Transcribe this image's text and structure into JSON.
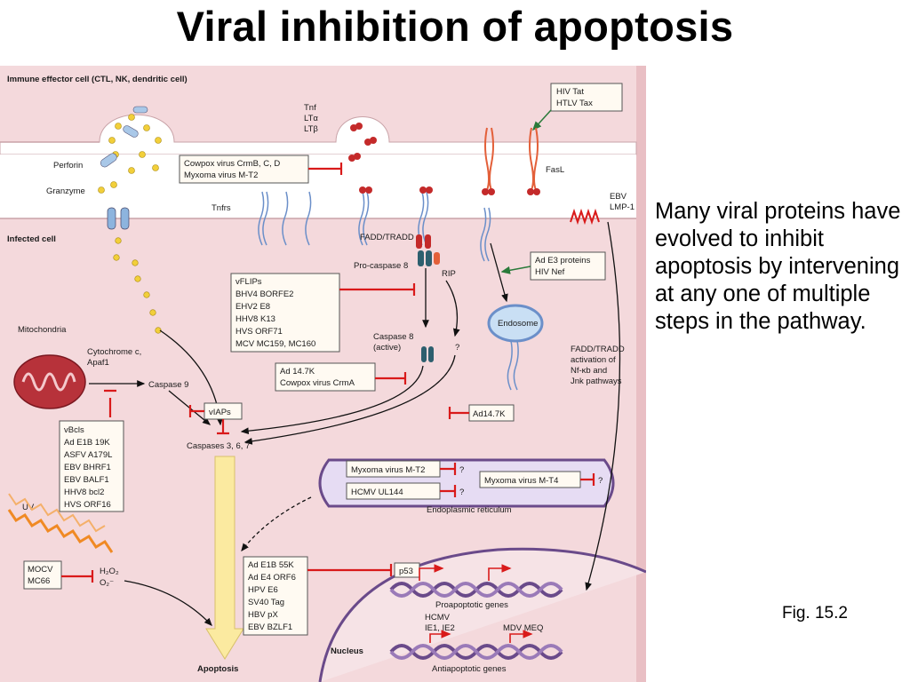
{
  "title": "Viral inhibition of apoptosis",
  "description": "Many viral proteins have evolved to inhibit apoptosis by intervening at any one of multiple steps in the pathway.",
  "caption": "Fig. 15.2",
  "colors": {
    "background": "#f4d9dc",
    "membrane": "#ffffff",
    "inhibition": "#d91a1a",
    "apoptosis_arrow": "#fbeaa0",
    "granule": "#f2cf3a",
    "receptor": "#6b8fc9",
    "fasl": "#e3603a",
    "er": "#e6dcf3",
    "endosome": "#c9dff4",
    "mitochondria": "#b7323a"
  },
  "diagram": {
    "immune_cell_label": "Immune effector cell (CTL, NK, dendritic cell)",
    "infected_cell_label": "Infected cell",
    "perforin": "Perforin",
    "granzyme": "Granzyme",
    "tnf": [
      "Tnf",
      "LTα",
      "LTβ"
    ],
    "tnfrs": "Tnfrs",
    "fasl": "FasL",
    "fadd_tradd": "FADD/TRADD",
    "pro_caspase_8": "Pro-caspase 8",
    "rip": "RIP",
    "caspase_8_active": [
      "Caspase 8",
      "(active)"
    ],
    "question": "?",
    "endosome": "Endosome",
    "fadd_tradd_activation": [
      "FADD/TRADD",
      "activation of",
      "Nf-κb and",
      "Jnk pathways"
    ],
    "mitochondria": "Mitochondria",
    "cytochrome": [
      "Cytochrome c,",
      "Apaf1"
    ],
    "caspase_9": "Caspase 9",
    "caspases_367": "Caspases 3, 6, 7",
    "uv": "UV",
    "h2o2": "H₂O₂",
    "o2": "O₂⁻",
    "apoptosis": "Apoptosis",
    "er": "Endoplasmic reticulum",
    "nucleus": "Nucleus",
    "p53": "p53",
    "proapoptotic": "Proapoptotic genes",
    "antiapoptotic": "Antiapoptotic genes",
    "hcmv_ie": [
      "HCMV",
      "IE1, IE2"
    ],
    "mdv_meq": "MDV MEQ",
    "ebv_lmp": [
      "EBV",
      "LMP-1"
    ],
    "boxes": {
      "crmb": [
        "Cowpox virus CrmB, C, D",
        "Myxoma virus M-T2"
      ],
      "hiv_tat": [
        "HIV Tat",
        "HTLV Tax"
      ],
      "vflips": [
        "vFLIPs",
        "BHV4 BORFE2",
        "EHV2 E8",
        "HHV8 K13",
        "HVS ORF71",
        "MCV MC159, MC160"
      ],
      "ad_e3": [
        "Ad E3 proteins",
        "HIV Nef"
      ],
      "crma": [
        "Ad 14.7K",
        "Cowpox virus CrmA"
      ],
      "viaps": [
        "vIAPs"
      ],
      "ad147": [
        "Ad14.7K"
      ],
      "vbcls": [
        "vBcls",
        "Ad E1B 19K",
        "ASFV A179L",
        "EBV BHRF1",
        "EBV BALF1",
        "HHV8 bcl2",
        "HVS ORF16"
      ],
      "mt2": [
        "Myxoma virus M-T2"
      ],
      "ul144": [
        "HCMV UL144"
      ],
      "mt4": [
        "Myxoma virus M-T4"
      ],
      "mocv": [
        "MOCV",
        "MC66"
      ],
      "e1b55k": [
        "Ad E1B 55K",
        "Ad E4 ORF6",
        "HPV E6",
        "SV40 Tag",
        "HBV pX",
        "EBV BZLF1"
      ]
    }
  }
}
